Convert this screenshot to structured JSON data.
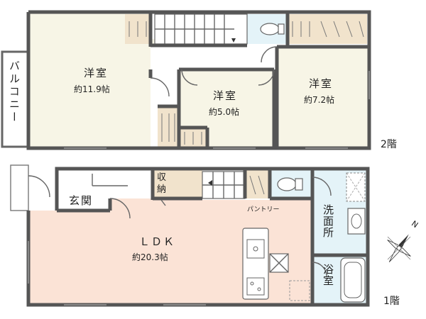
{
  "floors": {
    "second": {
      "label": "2階",
      "balcony": "バルコニー",
      "rooms": [
        {
          "name": "洋室",
          "area": "約11.9帖"
        },
        {
          "name": "洋室",
          "area": "約5.0帖"
        },
        {
          "name": "洋室",
          "area": "約7.2帖"
        }
      ]
    },
    "first": {
      "label": "1階",
      "entrance": "玄関",
      "storage": "収納",
      "pantry": "パントリー",
      "washroom": "洗面所",
      "bathroom": "浴室",
      "ldk": {
        "name": "ＬＤＫ",
        "area": "約20.3帖"
      }
    }
  },
  "compass": {
    "north": "N",
    "icon": "compass-icon"
  },
  "colors": {
    "wall": "#555555",
    "ldk_floor": "#fbe3d6",
    "wet_area": "#e4f3f8",
    "storage": "#f1e3cc",
    "room": "#f7f5e6"
  }
}
